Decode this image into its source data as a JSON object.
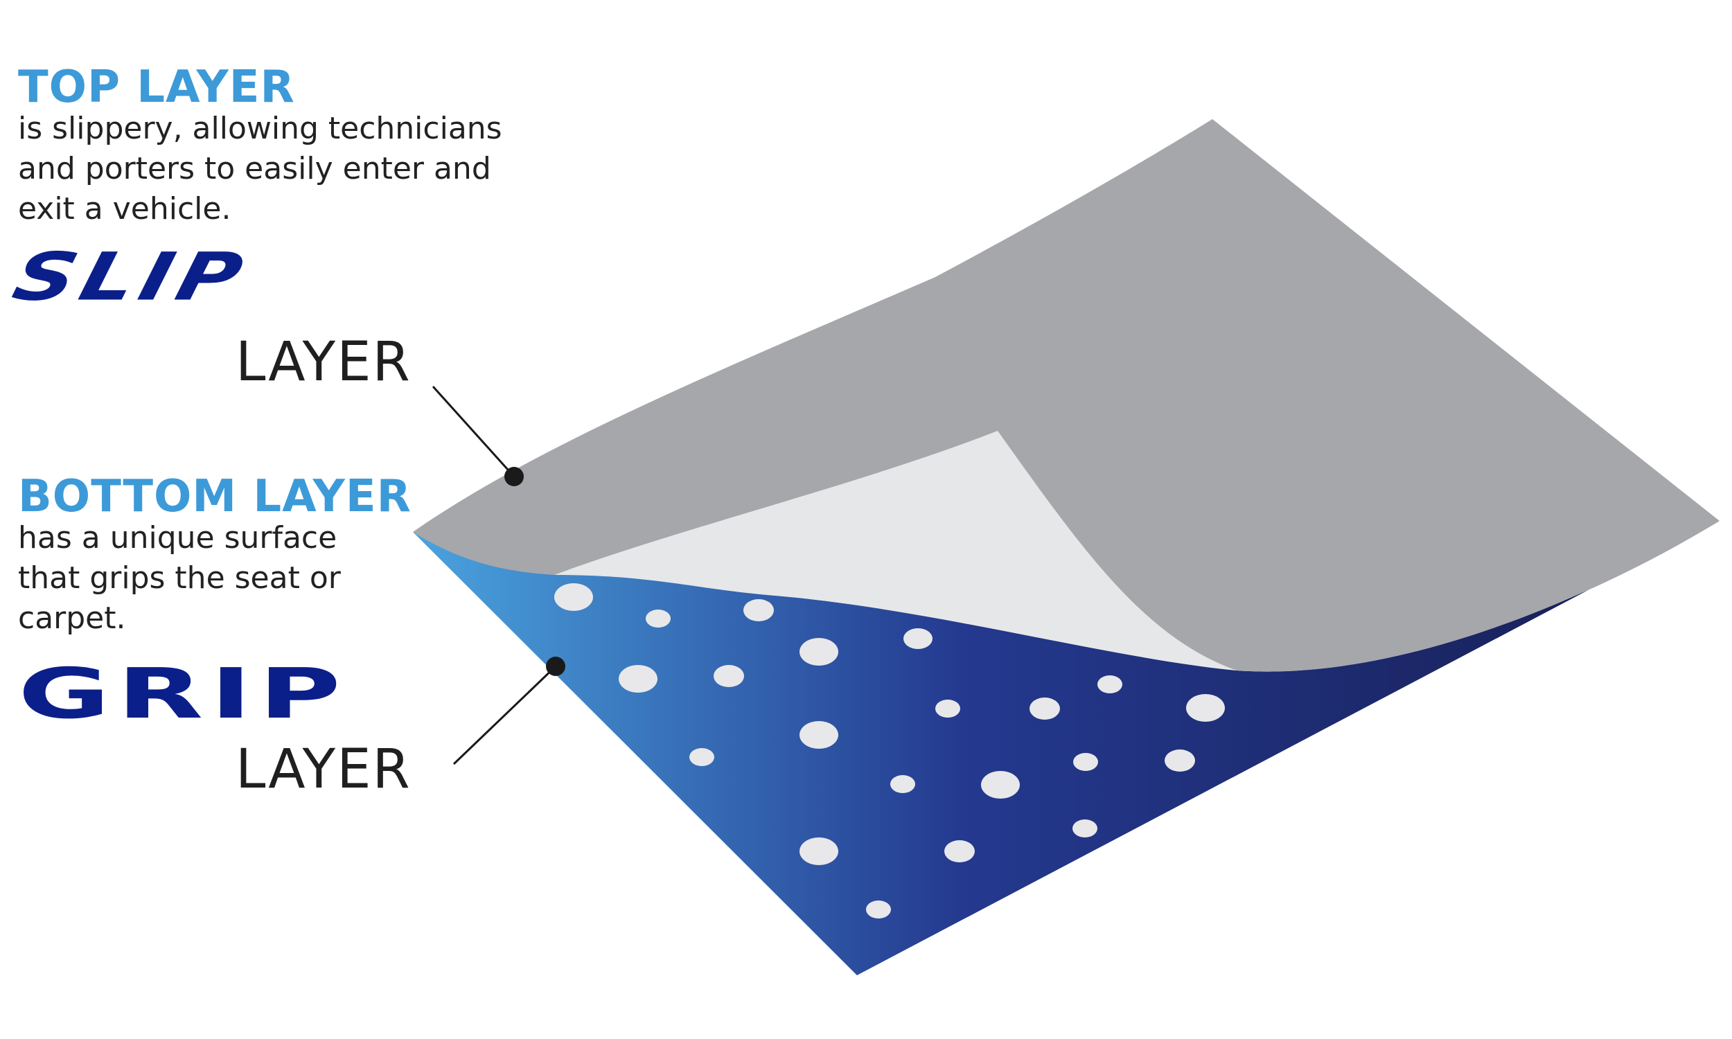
{
  "top_section": {
    "heading": "TOP LAYER",
    "description_lines": [
      "is slippery, allowing technicians",
      "and porters to easily enter and",
      "exit a vehicle."
    ],
    "brand_word": "SLIP",
    "layer_word": "LAYER"
  },
  "bottom_section": {
    "heading": "BOTTOM LAYER",
    "description_lines": [
      "has a unique surface",
      "that grips the seat or",
      "carpet."
    ],
    "brand_word": "GRIP",
    "layer_word": "LAYER"
  },
  "colors": {
    "heading_blue": "#3d9ad8",
    "brand_navy": "#0b1f8a",
    "top_sheet_gray": "#a6a7aa",
    "underside_light": "#e6e7e8",
    "grip_gradient_start": "#4aa3de",
    "grip_gradient_mid": "#24398f",
    "grip_gradient_end": "#161c4f",
    "grip_dot": "#e8e8ea",
    "leader_line": "#1a1a1a"
  }
}
